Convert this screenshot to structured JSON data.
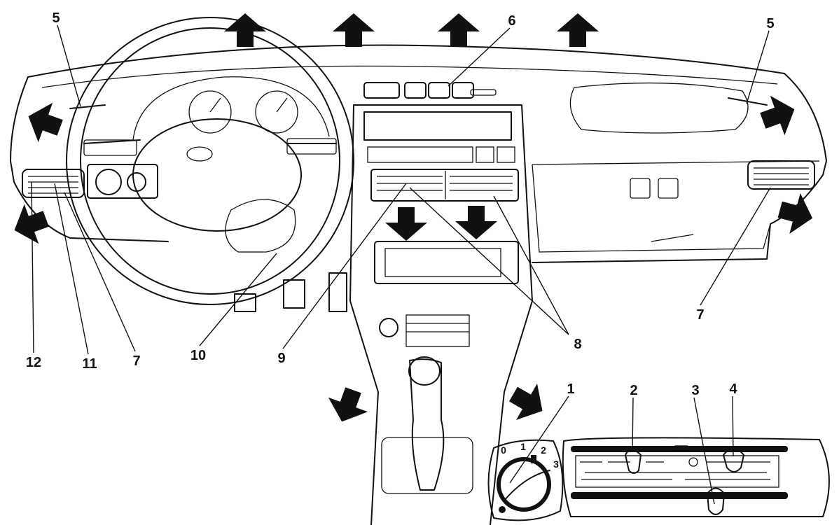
{
  "labels": {
    "vent_side_left": "5",
    "vent_top_center": "6",
    "vent_side_right": "5",
    "vent_right": "7",
    "vents_center": "8",
    "vents_center_ref": "9",
    "steering_column": "10",
    "vent_left": "7",
    "vent_left_control": "11",
    "vent_left_outer": "12",
    "fan_switch": "1",
    "temperature_lever": "2",
    "distribution_lever": "3",
    "recirculation_lever": "4"
  },
  "fan_dial": {
    "positions": [
      "0",
      "1",
      "2",
      "3"
    ]
  }
}
